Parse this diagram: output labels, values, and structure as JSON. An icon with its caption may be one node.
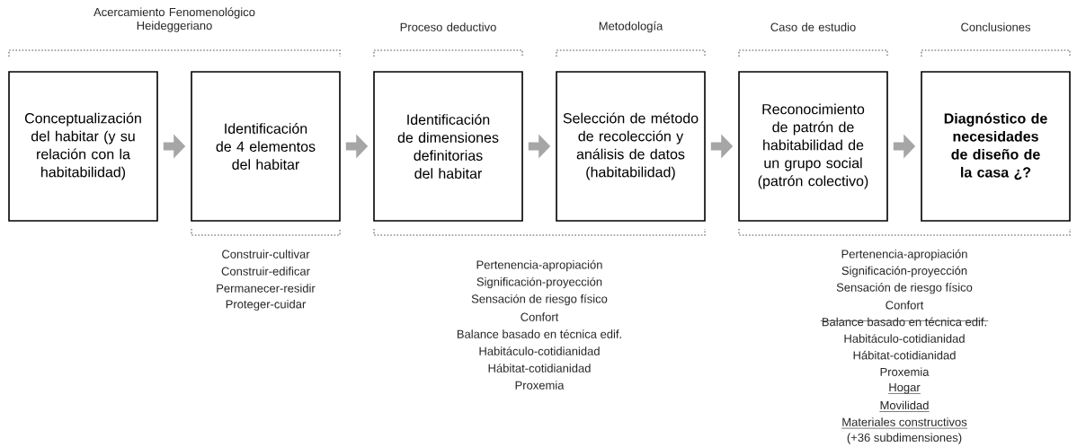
{
  "diagram": {
    "nodes": [
      {
        "text": [
          "Conceptualización del habitar (y su relación con la habitabilidad)"
        ]
      },
      {
        "text": [
          "Identificación de 4 elementos del habitar"
        ]
      },
      {
        "text": [
          "Identificación de dimensiones definitorias del habitar"
        ]
      },
      {
        "text": [
          "Selección de método de recolección y análisis de datos (habitabilidad)"
        ]
      },
      {
        "text": [
          "Reconocimiento de patrón de habitabilidad de un grupo social (patrón colectivo)"
        ]
      },
      {
        "text": [
          "Diagnóstico de necesidades de diseño de la casa ¿?"
        ]
      }
    ],
    "edges": [
      {
        "from": 0,
        "to": 1,
        "arrow": "to"
      },
      {
        "from": 1,
        "to": 2,
        "arrow": "to"
      },
      {
        "from": 2,
        "to": 3,
        "arrow": "to"
      },
      {
        "from": 3,
        "to": 4,
        "arrow": "to"
      },
      {
        "from": 4,
        "to": 5,
        "arrow": "to"
      }
    ],
    "labels": [
      "Acercamiento Fenomenológico Heideggeriano",
      "Proceso deductivo",
      "Metodología",
      "Caso de estudio",
      "Conclusiones",
      "Construir-cultivar",
      "Construir-edificar",
      "Permanecer-residir",
      "Proteger-cuidar",
      "Pertenencia-apropiación",
      "Significación-proyección",
      "Sensación de riesgo físico",
      "Confort",
      "Balance basado en técnica edif.",
      "Habitáculo-cotidianidad",
      "Hábitat-cotidianidad",
      "Proxemia",
      "Pertenencia-apropiación",
      "Significación-proyección",
      "Sensación de riesgo físico",
      "Confort",
      "Balance basado en técnica edif.",
      "Habitáculo-cotidianidad",
      "Hábitat-cotidianidad",
      "Proxemia",
      "Hogar",
      "Movilidad",
      "Materiales constructivos",
      "(+36 subdimensiones)"
    ]
  }
}
